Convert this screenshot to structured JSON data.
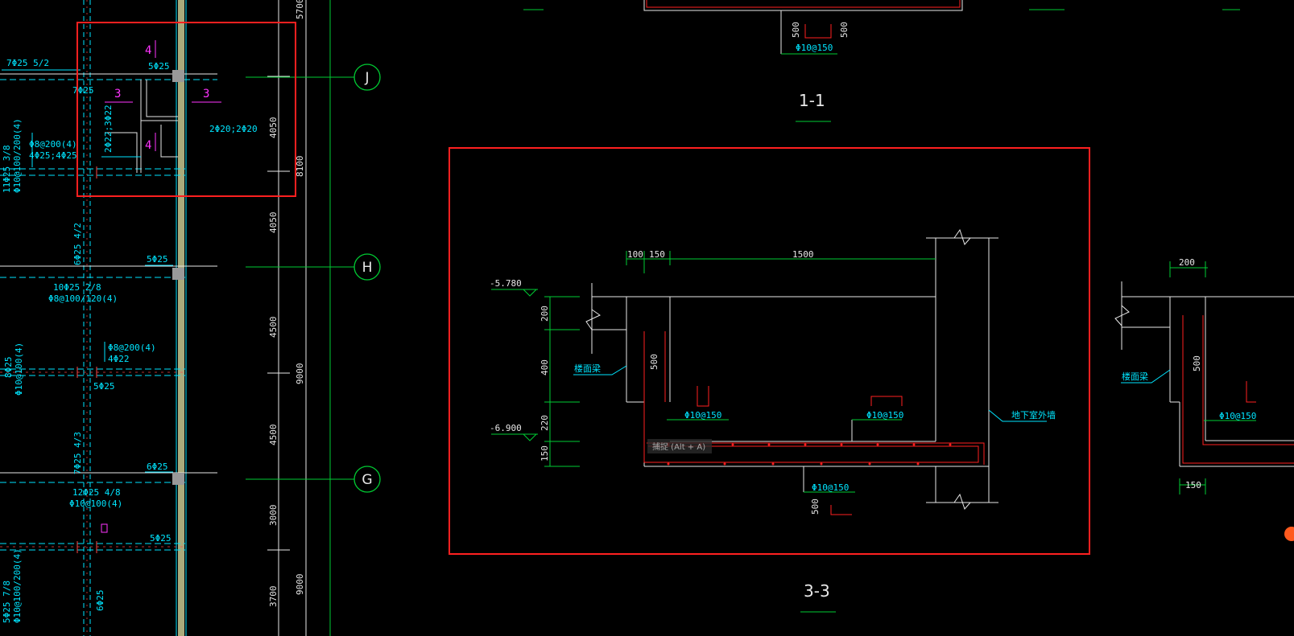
{
  "colors": {
    "background": "#000000",
    "highlight": "#ff2020",
    "axis": "#00cc33",
    "rebar": "#00e5ff",
    "outline": "#e8e8e8",
    "section_mark": "#ff33ff"
  },
  "axes": [
    {
      "id": "axis-j",
      "label": "J"
    },
    {
      "id": "axis-h",
      "label": "H"
    },
    {
      "id": "axis-g",
      "label": "G"
    }
  ],
  "plan_dims": {
    "top": "5700",
    "d1": "4050",
    "d2": "4050",
    "total1": "8100",
    "d3": "4500",
    "d4": "4500",
    "total2": "9000",
    "d5": "3000",
    "total3": "9000",
    "d6": "3700"
  },
  "plan_labels": {
    "l1": "7Φ25 5/2",
    "l2": "5Φ25",
    "l3": "7Φ25",
    "l4": "2Φ22;3Φ22",
    "l5": "2Φ20;2Φ20",
    "l6": "Φ8@200(4)",
    "l7": "4Φ25;4Φ25",
    "l8": "11Φ25 3/8",
    "l9": "Φ10@100/200(4)",
    "l10": "6Φ25 4/2",
    "l11": "5Φ25",
    "l12": "10Φ25 2/8",
    "l13": "Φ8@100/120(4)",
    "l14": "Φ8@200(4)",
    "l15": "4Φ22",
    "l16": "8Φ25",
    "l17": "Φ10@100(4)",
    "l18": "5Φ25",
    "l19": "7Φ25 4/3",
    "l20": "6Φ25",
    "l21": "12Φ25 4/8",
    "l22": "Φ10@100(4)",
    "l23": "5Φ25",
    "l24": "5Φ25 7/8",
    "l25": "Φ10@100/200(4)",
    "l26": "6Φ25"
  },
  "section_marks": {
    "s3a": "3",
    "s3b": "3",
    "s4a": "4",
    "s4b": "4"
  },
  "section_1_1": {
    "title": "1-1",
    "dim_a": "500",
    "dim_b": "500",
    "rebar": "Φ10@150"
  },
  "section_3_3": {
    "title": "3-3",
    "dim_100": "100",
    "dim_150": "150",
    "dim_1500": "1500",
    "elev_top": "-5.780",
    "elev_bot": "-6.900",
    "dim_200": "200",
    "dim_400": "400",
    "dim_220": "220",
    "dim_150v": "150",
    "bar_len": "500",
    "rebar_a": "Φ10@150",
    "rebar_b": "Φ10@150",
    "rebar_c": "Φ10@150",
    "bar_len2": "500",
    "label_beam": "楼面梁",
    "label_wall": "地下室外墙",
    "tooltip": "捕捉 (Alt + A)"
  },
  "section_right": {
    "dim_200": "200",
    "bar_len": "500",
    "label_beam": "楼面梁",
    "rebar": "Φ10@150",
    "dim_150": "150"
  }
}
